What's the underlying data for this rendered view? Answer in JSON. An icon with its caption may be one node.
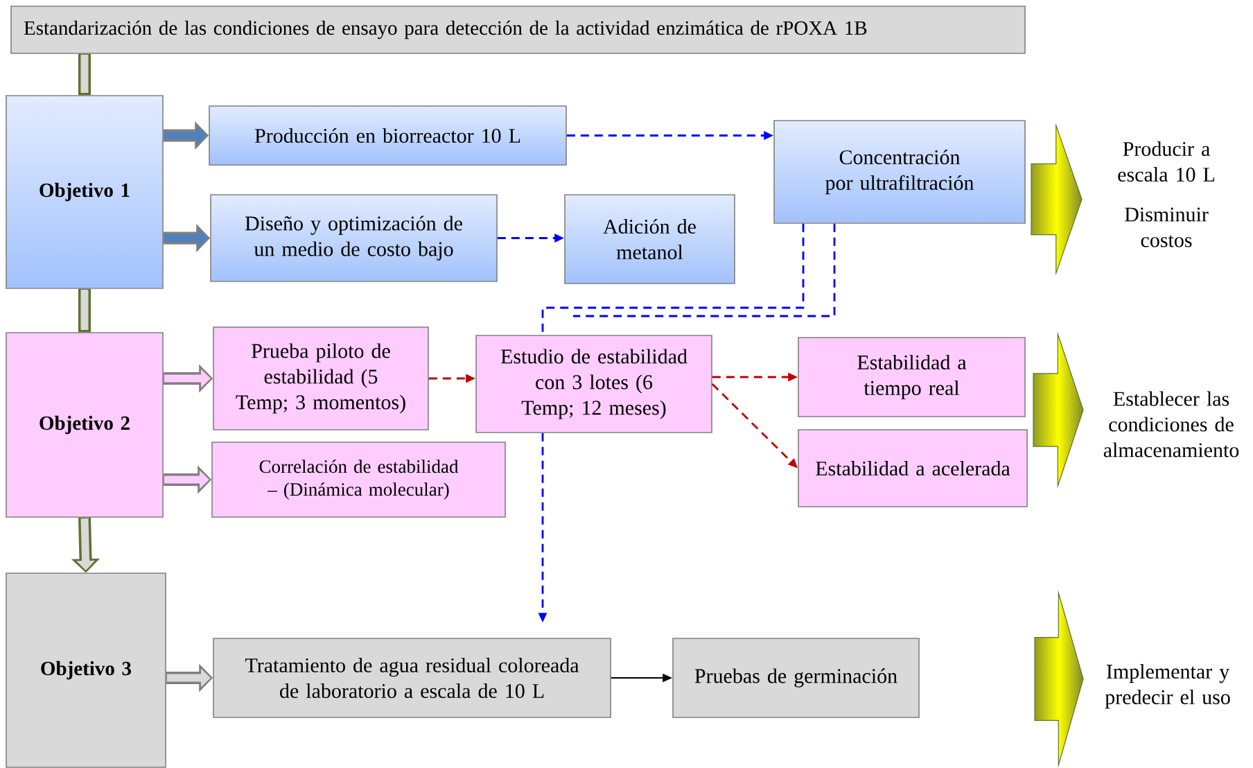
{
  "diagram": {
    "nodes": [
      {
        "text": [
          "Estandarización de las condiciones de ensayo para detección de la actividad enzimática de rPOXA 1B"
        ]
      },
      {
        "text": [
          "Objetivo 1"
        ]
      },
      {
        "text": [
          "Producción en biorreactor 10 L"
        ]
      },
      {
        "text": [
          "Diseño y optimización de un medio de costo bajo"
        ]
      },
      {
        "text": [
          "Adición de metanol"
        ]
      },
      {
        "text": [
          "Concentración por ultrafiltración"
        ]
      },
      {
        "text": [],
        "shape": "arrow",
        "beside": [
          "Producir a escala 10 L",
          "Disminuir costos"
        ]
      },
      {
        "text": [
          "Objetivo 2"
        ]
      },
      {
        "text": [
          "Prueba piloto de estabilidad (5 Temp; 3 momentos)"
        ]
      },
      {
        "text": [
          "Correlación de estabilidad – (Dinámica molecular)"
        ]
      },
      {
        "text": [
          "Estudio de estabilidad con 3 lotes (6 Temp; 12 meses)"
        ]
      },
      {
        "text": [
          "Estabilidad a tiempo real"
        ]
      },
      {
        "text": [
          "Estabilidad a acelerada"
        ]
      },
      {
        "text": [],
        "shape": "arrow",
        "beside": [
          "Establecer las condiciones de almacenamiento"
        ]
      },
      {
        "text": [
          "Objetivo 3"
        ]
      },
      {
        "text": [
          "Tratamiento de agua residual coloreada de laboratorio a escala de 10 L"
        ]
      },
      {
        "text": [
          "Pruebas de germinación"
        ]
      },
      {
        "text": [],
        "shape": "arrow",
        "beside": [
          "Implementar y predecir el uso"
        ]
      }
    ],
    "edges": [
      {
        "from": 0,
        "to": 1,
        "arrow": "none",
        "style": "thick",
        "color": "#5f7030"
      },
      {
        "from": 1,
        "to": 7,
        "arrow": "none",
        "style": "thick",
        "color": "#5f7030"
      },
      {
        "from": 7,
        "to": 14,
        "arrow": "to",
        "style": "thick",
        "color": "#d9d9d9"
      },
      {
        "from": 1,
        "to": 2,
        "arrow": "to",
        "style": "thick",
        "color": "#4f81bd"
      },
      {
        "from": 1,
        "to": 3,
        "arrow": "to",
        "style": "thick",
        "color": "#4f81bd"
      },
      {
        "from": 2,
        "to": 5,
        "arrow": "to",
        "style": "dashed",
        "color": "#0000ff"
      },
      {
        "from": 3,
        "to": 4,
        "arrow": "to",
        "style": "dashed",
        "color": "#0000ff"
      },
      {
        "from": 5,
        "to": 10,
        "arrow": "none",
        "style": "dashed",
        "color": "#0000ff"
      },
      {
        "from": 5,
        "to": null,
        "arrow": "none",
        "style": "dashed",
        "color": "#0000ff"
      },
      {
        "from": 10,
        "to": 15,
        "arrow": "to",
        "style": "dashed",
        "color": "#0000ff"
      },
      {
        "from": 7,
        "to": 8,
        "arrow": "to",
        "style": "thick",
        "color": "#ffccff"
      },
      {
        "from": 7,
        "to": 9,
        "arrow": "to",
        "style": "thick",
        "color": "#ffccff"
      },
      {
        "from": 8,
        "to": 10,
        "arrow": "to",
        "style": "dashed",
        "color": "#c00000"
      },
      {
        "from": 10,
        "to": 11,
        "arrow": "to",
        "style": "dashed",
        "color": "#c00000"
      },
      {
        "from": 10,
        "to": 12,
        "arrow": "to",
        "style": "dashed",
        "color": "#c00000"
      },
      {
        "from": 14,
        "to": 15,
        "arrow": "to",
        "style": "thick",
        "color": "#d9d9d9"
      },
      {
        "from": 15,
        "to": 16,
        "arrow": "to",
        "color": "#000000"
      }
    ]
  }
}
